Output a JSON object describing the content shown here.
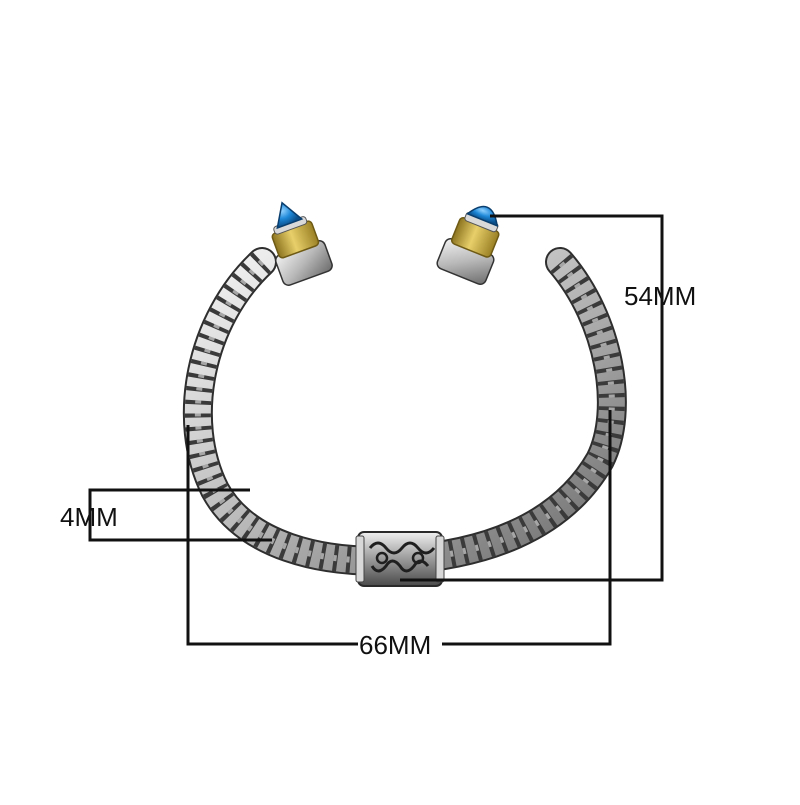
{
  "dimensions": {
    "height_label": "54MM",
    "width_label": "66MM",
    "wire_label": "4MM"
  },
  "colors": {
    "background": "#ffffff",
    "line": "#111111",
    "silver_light": "#e6e6e6",
    "silver_mid": "#a9a9a9",
    "silver_dark": "#3a3a3a",
    "gold": "#c9a93b",
    "gold_dark": "#8c7420",
    "stone_blue": "#1e88d8"
  }
}
